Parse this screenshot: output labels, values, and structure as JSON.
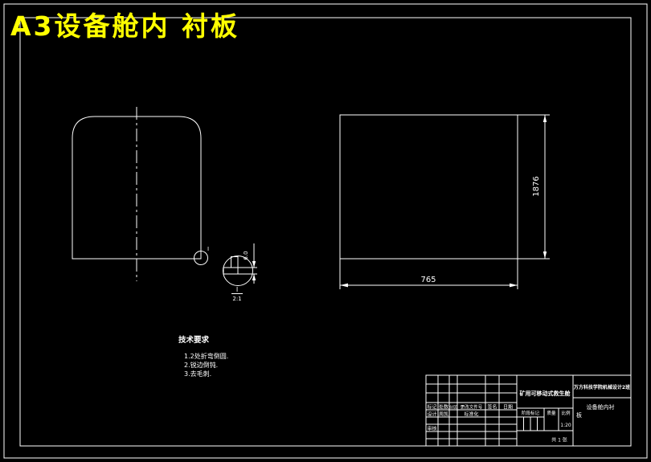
{
  "window": {
    "title": "A3设备舱内 衬板"
  },
  "colors": {
    "background": "#000000",
    "line": "#ffffff",
    "title_text": "#ffff00"
  },
  "views": {
    "left_view": {
      "detail_callout": "I"
    },
    "detail_view": {
      "callout": "I",
      "scale": "2:1",
      "thickness_dim": "6.0"
    },
    "right_view": {
      "height_dim": "1876",
      "width_dim": "765"
    }
  },
  "tech_notes": {
    "title": "技术要求",
    "items": [
      "1.2处折弯倒圆.",
      "2.锐边倒钝.",
      "3.去毛刺."
    ]
  },
  "title_block": {
    "project_name": "矿用可移动式救生舱",
    "org_name": "万方科技学院机械设计2班",
    "part_name_lines": [
      "设备舱内衬",
      "板"
    ],
    "rev_header": [
      "标记",
      "处数",
      "分区",
      "更改文件号",
      "签名",
      "日期"
    ],
    "sig_rows": {
      "design_label": "设计",
      "design_name": "周凯",
      "std_label": "标准化",
      "check_label": "审核"
    },
    "stage_label": "阶段标记",
    "weight_label": "质量",
    "scale_label": "比例",
    "scale_value": "1:20",
    "sheet_label": "共 1 张"
  }
}
